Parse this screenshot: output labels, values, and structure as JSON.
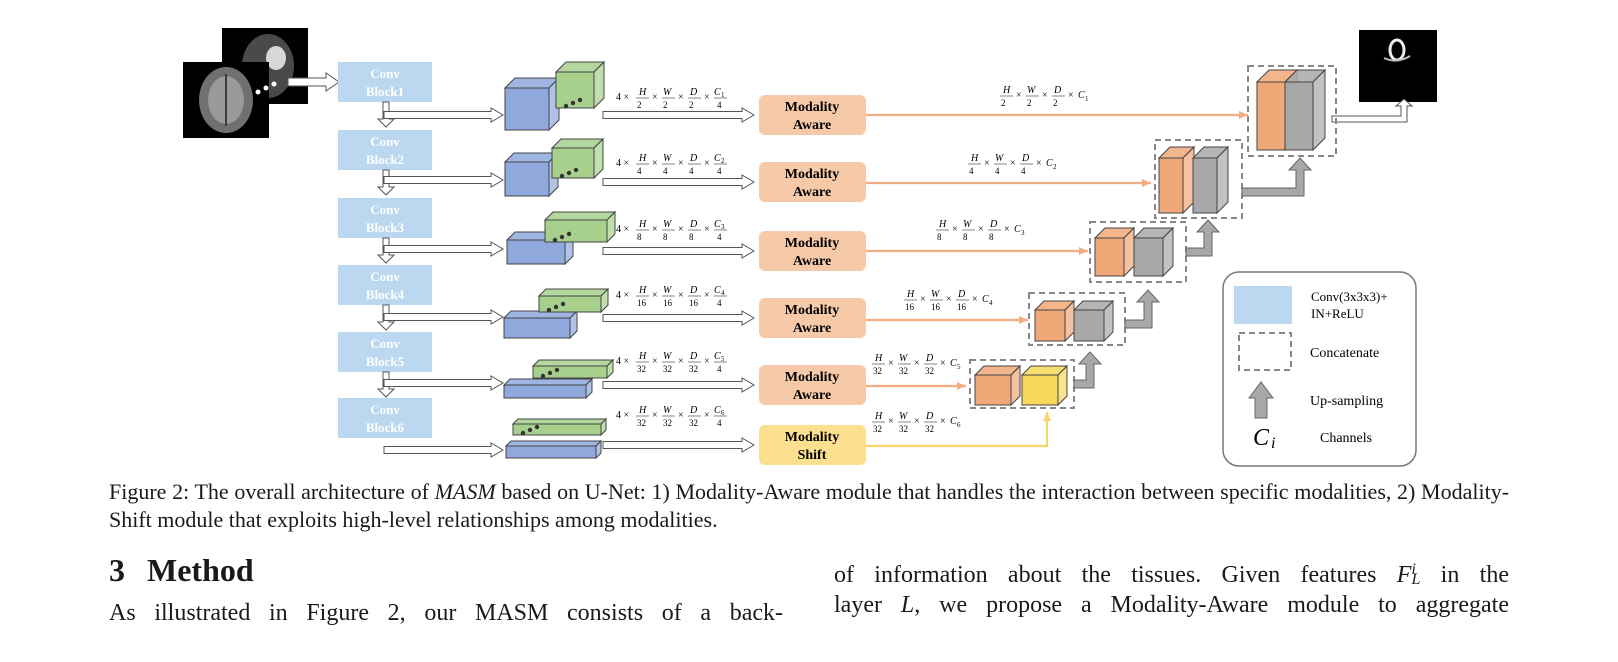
{
  "figure": {
    "conv_blocks": [
      {
        "line1": "Conv",
        "line2": "Block1"
      },
      {
        "line1": "Conv",
        "line2": "Block2"
      },
      {
        "line1": "Conv",
        "line2": "Block3"
      },
      {
        "line1": "Conv",
        "line2": "Block4"
      },
      {
        "line1": "Conv",
        "line2": "Block5"
      },
      {
        "line1": "Conv",
        "line2": "Block6"
      }
    ],
    "module_labels": [
      {
        "line1": "Modality",
        "line2": "Aware"
      },
      {
        "line1": "Modality",
        "line2": "Aware"
      },
      {
        "line1": "Modality",
        "line2": "Aware"
      },
      {
        "line1": "Modality",
        "line2": "Aware"
      },
      {
        "line1": "Modality",
        "line2": "Aware"
      },
      {
        "line1": "Modality",
        "line2": "Shift"
      }
    ],
    "input_dims": [
      {
        "prefix": "4 × ",
        "h": "2",
        "w": "2",
        "d": "2",
        "c": "C",
        "ci": "1"
      },
      {
        "prefix": "4 × ",
        "h": "4",
        "w": "4",
        "d": "4",
        "c": "C",
        "ci": "2"
      },
      {
        "prefix": "4 × ",
        "h": "8",
        "w": "8",
        "d": "8",
        "c": "C",
        "ci": "3"
      },
      {
        "prefix": "4 × ",
        "h": "16",
        "w": "16",
        "d": "16",
        "c": "C",
        "ci": "4"
      },
      {
        "prefix": "4 × ",
        "h": "32",
        "w": "32",
        "d": "32",
        "c": "C",
        "ci": "5"
      },
      {
        "prefix": "4 × ",
        "h": "32",
        "w": "32",
        "d": "32",
        "c": "C",
        "ci": "6"
      }
    ],
    "output_dims": [
      {
        "h": "2",
        "w": "2",
        "d": "2",
        "c": "C",
        "ci": "1"
      },
      {
        "h": "4",
        "w": "4",
        "d": "4",
        "c": "C",
        "ci": "2"
      },
      {
        "h": "8",
        "w": "8",
        "d": "8",
        "c": "C",
        "ci": "3"
      },
      {
        "h": "16",
        "w": "16",
        "d": "16",
        "c": "C",
        "ci": "4"
      },
      {
        "h": "32",
        "w": "32",
        "d": "32",
        "c": "C",
        "ci": "5"
      },
      {
        "h": "32",
        "w": "32",
        "d": "32",
        "c": "C",
        "ci": "6"
      }
    ],
    "legend": {
      "conv": {
        "line1": "Conv(3x3x3)+",
        "line2": "IN+ReLU"
      },
      "concat": "Concatenate",
      "upsampling": "Up-sampling",
      "channels_symbol": "C",
      "channels_symbol_sub": "i",
      "channels": "Channels"
    },
    "colors": {
      "conv_block": "#bcd7f0",
      "modality_aware": "#f6c9a8",
      "modality_shift": "#fde08f",
      "cube_blue": "#8fa9dd",
      "cube_green": "#a6d08c",
      "cube_orange": "#f0a878",
      "cube_gray": "#a8a8a8",
      "cube_yellow": "#f8d85a",
      "arrow_orange": "#f2ad80",
      "arrow_yellow": "#f8d46a"
    }
  },
  "caption": {
    "prefix": "Figure 2: The overall architecture of ",
    "name": "MASM",
    "rest1": " based on U-Net:  1) Modality-Aware module that handles the interaction between specific",
    "rest2": "modalities, 2) Modality-Shift module that exploits high-level relationships among modalities."
  },
  "section": {
    "number": "3",
    "title": "Method"
  },
  "left_col": {
    "line1": "As illustrated in Figure 2, our MASM consists of a back-"
  },
  "right_col": {
    "line1_a": "of information about the tissues.  Given features ",
    "line1_var": "F",
    "line1_sup": "i",
    "line1_sub": "L",
    "line1_b": " in the",
    "line2_a": "layer ",
    "line2_var": "L",
    "line2_b": ", we propose a Modality-Aware module to aggregate"
  }
}
